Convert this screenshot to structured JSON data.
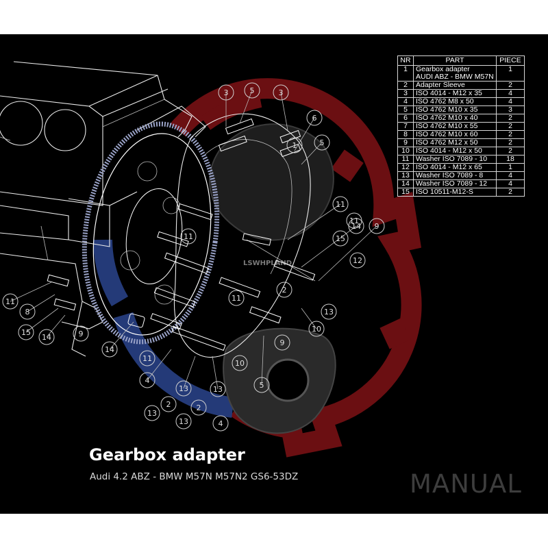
{
  "table": {
    "headers": [
      "NR",
      "PART",
      "PIECE"
    ],
    "rows": [
      {
        "nr": "1",
        "part_line1": "Gearbox adapter",
        "part_line2": "AUDI ABZ - BMW M57N",
        "piece": "1"
      },
      {
        "nr": "2",
        "part": "Adapter Sleeve",
        "piece": "2"
      },
      {
        "nr": "3",
        "part": "ISO 4014 - M12 x 35",
        "piece": "4"
      },
      {
        "nr": "4",
        "part": "ISO 4762 M8 x 50",
        "piece": "4"
      },
      {
        "nr": "5",
        "part": "ISO 4762 M10 x 35",
        "piece": "3"
      },
      {
        "nr": "6",
        "part": "ISO 4762 M10 x 40",
        "piece": "2"
      },
      {
        "nr": "7",
        "part": "ISO 4762 M10 x 55",
        "piece": "2"
      },
      {
        "nr": "8",
        "part": "ISO 4762 M10 x 60",
        "piece": "2"
      },
      {
        "nr": "9",
        "part": "ISO 4762 M12 x 50",
        "piece": "2"
      },
      {
        "nr": "10",
        "part": "ISO 4014 - M12 x 50",
        "piece": "2"
      },
      {
        "nr": "11",
        "part": "Washer ISO 7089 - 10",
        "piece": "18"
      },
      {
        "nr": "12",
        "part": "ISO 4014 - M12 x 65",
        "piece": "1"
      },
      {
        "nr": "13",
        "part": "Washer ISO 7089 - 8",
        "piece": "4"
      },
      {
        "nr": "14",
        "part": "Washer ISO 7089 - 12",
        "piece": "4"
      },
      {
        "nr": "15",
        "part": "ISO 10511-M12-S",
        "piece": "2"
      }
    ]
  },
  "title": "Gearbox adapter",
  "subtitle": "Audi 4.2 ABZ - BMW M57N M57N2 GS6-53DZ",
  "watermark": "MANUAL",
  "logo_text": "LSWHPLAND",
  "callouts": [
    {
      "label": "3"
    },
    {
      "label": "5"
    },
    {
      "label": "3"
    },
    {
      "label": "6"
    },
    {
      "label": "5"
    },
    {
      "label": "1"
    },
    {
      "label": "11"
    },
    {
      "label": "11"
    },
    {
      "label": "15"
    },
    {
      "label": "14"
    },
    {
      "label": "12"
    },
    {
      "label": "9"
    },
    {
      "label": "11"
    },
    {
      "label": "8"
    },
    {
      "label": "15"
    },
    {
      "label": "14"
    },
    {
      "label": "9"
    },
    {
      "label": "14"
    },
    {
      "label": "2"
    },
    {
      "label": "10"
    },
    {
      "label": "11"
    },
    {
      "label": "13"
    },
    {
      "label": "13"
    },
    {
      "label": "4"
    },
    {
      "label": "13"
    },
    {
      "label": "4"
    },
    {
      "label": "2"
    },
    {
      "label": "5"
    },
    {
      "label": "10"
    },
    {
      "label": "9"
    },
    {
      "label": "13"
    },
    {
      "label": "13"
    },
    {
      "label": "11"
    },
    {
      "label": "11"
    },
    {
      "label": "2"
    }
  ],
  "colors": {
    "background": "#000000",
    "gear_red": "#6b0f12",
    "gear_blue": "#243a78",
    "lines": "#ffffff",
    "watermark": "#3d3d3d"
  }
}
